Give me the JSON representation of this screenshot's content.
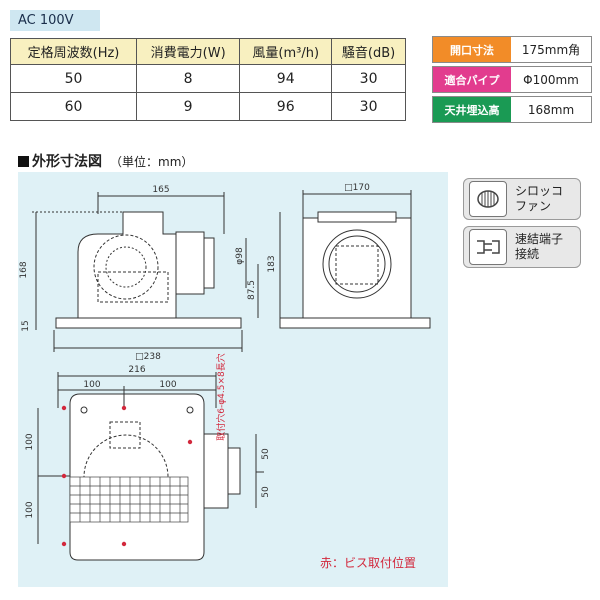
{
  "voltage_label": "AC 100V",
  "spec_table": {
    "headers": [
      "定格周波数(Hz)",
      "消費電力(W)",
      "風量(m³/h)",
      "騒音(dB)"
    ],
    "rows": [
      [
        "50",
        "8",
        "94",
        "30"
      ],
      [
        "60",
        "9",
        "96",
        "30"
      ]
    ]
  },
  "badges": [
    {
      "key": "開口寸法",
      "value": "175mm角",
      "color": "#f28c28"
    },
    {
      "key": "適合パイプ",
      "value": "Φ100mm",
      "color": "#e23c8e"
    },
    {
      "key": "天井埋込高",
      "value": "168mm",
      "color": "#1a9a54"
    }
  ],
  "section": {
    "title": "外形寸法図",
    "unit": "（単位：mm）"
  },
  "side_icons": [
    {
      "icon": "sirocco-fan-icon",
      "label_line1": "シロッコ",
      "label_line2": "ファン"
    },
    {
      "icon": "connector-terminal-icon",
      "label_line1": "速結端子",
      "label_line2": "接続"
    }
  ],
  "drawing": {
    "side_view": {
      "dim_width": "165",
      "dim_height": "168",
      "dim_bottom": "15",
      "dim_base": "□238",
      "dim_pipe": "φ98",
      "dim_outlet": "87.5"
    },
    "front_view": {
      "dim_width": "□170",
      "dim_height": "183"
    },
    "bottom_view": {
      "dim_total": "216",
      "dim_left": "100",
      "dim_right": "100",
      "dim_v1": "100",
      "dim_v2": "100",
      "dim_side1": "50",
      "dim_side2": "50",
      "mount_note": "取付穴6-φ4.5×8長穴"
    },
    "legend": "赤：ビス取付位置"
  },
  "colors": {
    "panel_bg": "#dff1f6",
    "header_bg": "#f8f0c0",
    "screw": "#d2283c"
  }
}
